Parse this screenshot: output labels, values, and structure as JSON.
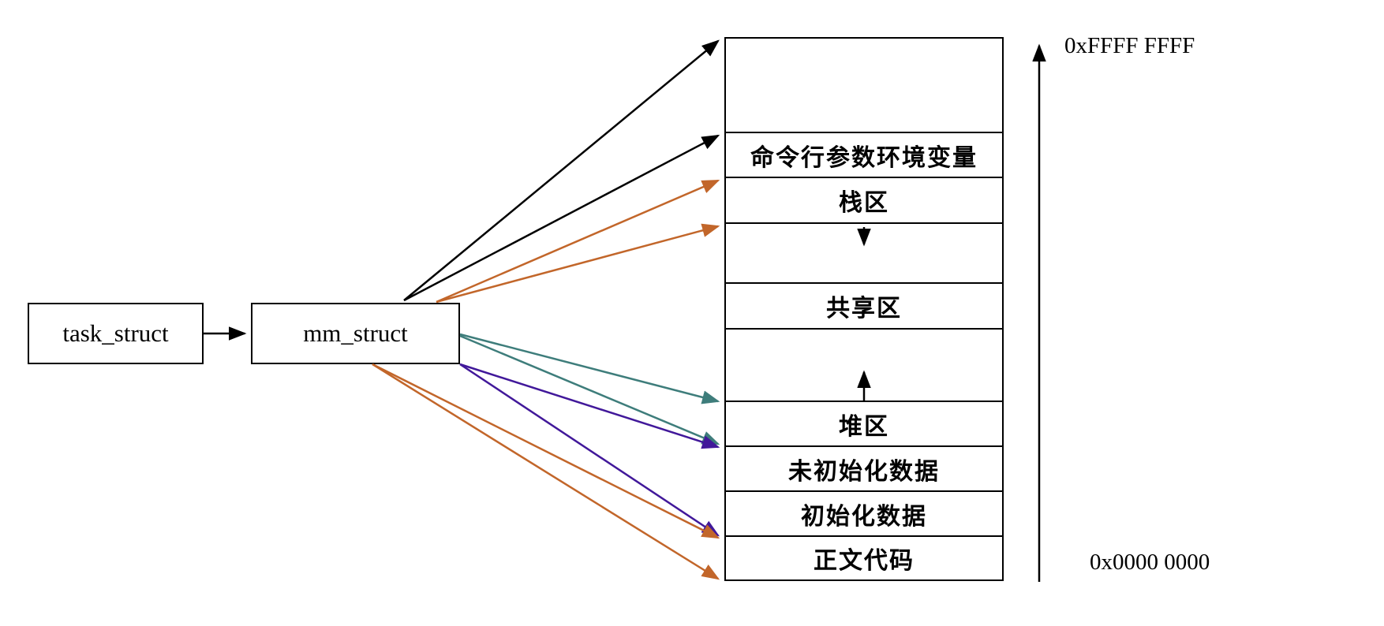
{
  "diagram": {
    "task_box": {
      "label": "task_struct"
    },
    "mm_box": {
      "label": "mm_struct"
    },
    "memory_map": {
      "sections": [
        {
          "label": ""
        },
        {
          "label": "命令行参数环境变量"
        },
        {
          "label": "栈区"
        },
        {
          "label": "",
          "growth_arrow": "down-arrow-icon"
        },
        {
          "label": "共享区"
        },
        {
          "label": "",
          "growth_arrow": "up-arrow-icon"
        },
        {
          "label": "堆区"
        },
        {
          "label": "未初始化数据"
        },
        {
          "label": "初始化数据"
        },
        {
          "label": "正文代码"
        }
      ]
    },
    "address_axis": {
      "top_label": "0xFFFF FFFF",
      "bottom_label": "0x0000 0000"
    }
  },
  "colors": {
    "arrow_black": "#000000",
    "arrow_orange": "#C2662A",
    "arrow_teal": "#3E7D7B",
    "arrow_purple": "#41189A"
  }
}
